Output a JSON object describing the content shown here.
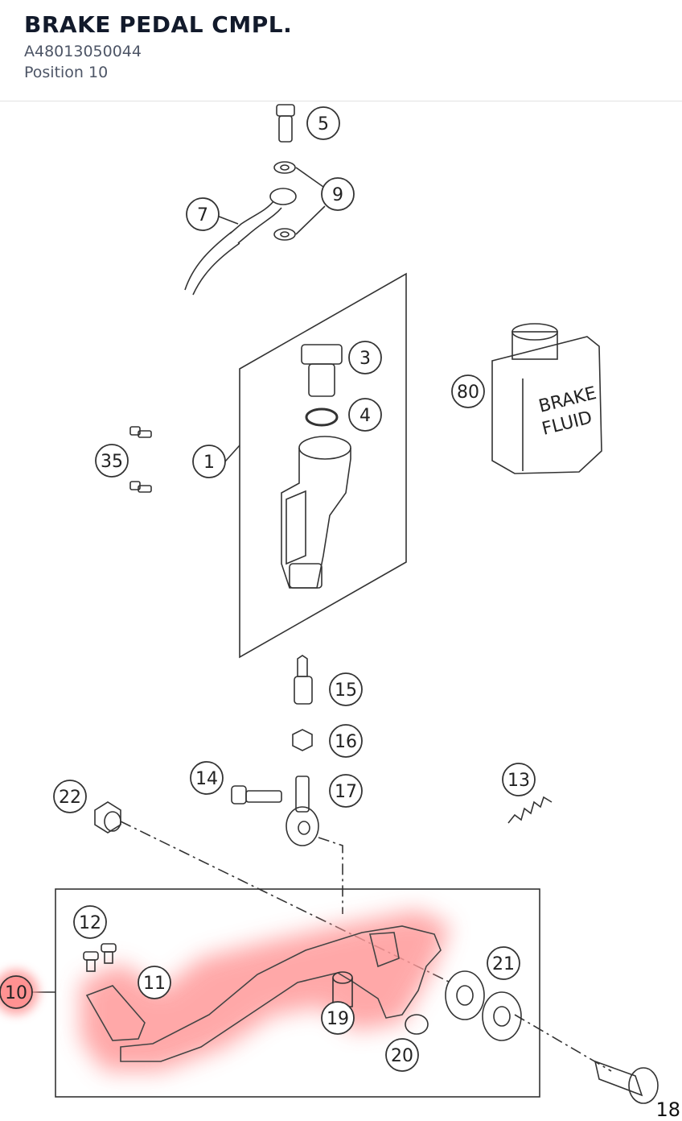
{
  "header": {
    "title": "BRAKE PEDAL CMPL.",
    "part_number": "A48013050044",
    "position": "Position 10"
  },
  "diagram": {
    "highlighted_callout": "10",
    "highlight_color": "#ff8a8a",
    "callouts": [
      {
        "id": "c5",
        "label": "5"
      },
      {
        "id": "c9",
        "label": "9"
      },
      {
        "id": "c7",
        "label": "7"
      },
      {
        "id": "c3",
        "label": "3"
      },
      {
        "id": "c4",
        "label": "4"
      },
      {
        "id": "c80",
        "label": "80"
      },
      {
        "id": "c35",
        "label": "35"
      },
      {
        "id": "c1",
        "label": "1"
      },
      {
        "id": "c15",
        "label": "15"
      },
      {
        "id": "c16",
        "label": "16"
      },
      {
        "id": "c14",
        "label": "14"
      },
      {
        "id": "c17",
        "label": "17"
      },
      {
        "id": "c13",
        "label": "13"
      },
      {
        "id": "c22",
        "label": "22"
      },
      {
        "id": "c12",
        "label": "12"
      },
      {
        "id": "c11",
        "label": "11"
      },
      {
        "id": "c10",
        "label": "10"
      },
      {
        "id": "c21",
        "label": "21"
      },
      {
        "id": "c19",
        "label": "19"
      },
      {
        "id": "c20",
        "label": "20"
      }
    ],
    "can_label_line1": "BRAKE",
    "can_label_line2": "FLUID"
  },
  "page_number": "18"
}
